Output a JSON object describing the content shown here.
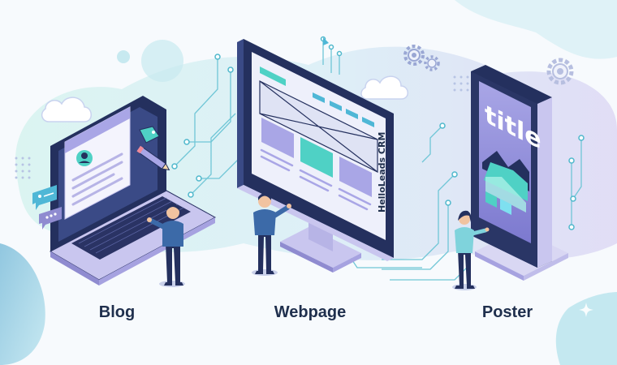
{
  "captions": {
    "blog": "Blog",
    "webpage": "Webpage",
    "poster": "Poster"
  },
  "monitor": {
    "brand": "HelloLeads CRM"
  },
  "poster": {
    "title": "title"
  },
  "colors": {
    "background": "#f7fafd",
    "blob_teal": "#cdeeee",
    "blob_lilac": "#ddd9f3",
    "device_navy": "#24305e",
    "device_lilac": "#a9a6e6",
    "accent_teal": "#4fd1c5",
    "caption_text": "#1f2f4d"
  },
  "icons": [
    "cloud-icon",
    "gear-icon",
    "pencil-icon",
    "tag-icon",
    "chat-bubble-icon",
    "sparkle-icon",
    "avatar-icon"
  ]
}
